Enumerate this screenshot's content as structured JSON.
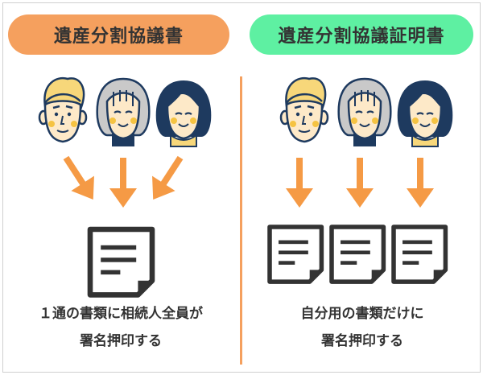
{
  "left": {
    "title": "遺産分割協議書",
    "caption_line1": "１通の書類に相続人全員が",
    "caption_line2": "署名押印する"
  },
  "right": {
    "title": "遺産分割協議証明書",
    "caption_line1": "自分用の書類だけに",
    "caption_line2": "署名押印する"
  },
  "colors": {
    "orange": "#f5a05e",
    "green": "#5ef0a2",
    "arrow": "#f59a45",
    "navy": "#1e3a5f",
    "doc": "#333333"
  }
}
